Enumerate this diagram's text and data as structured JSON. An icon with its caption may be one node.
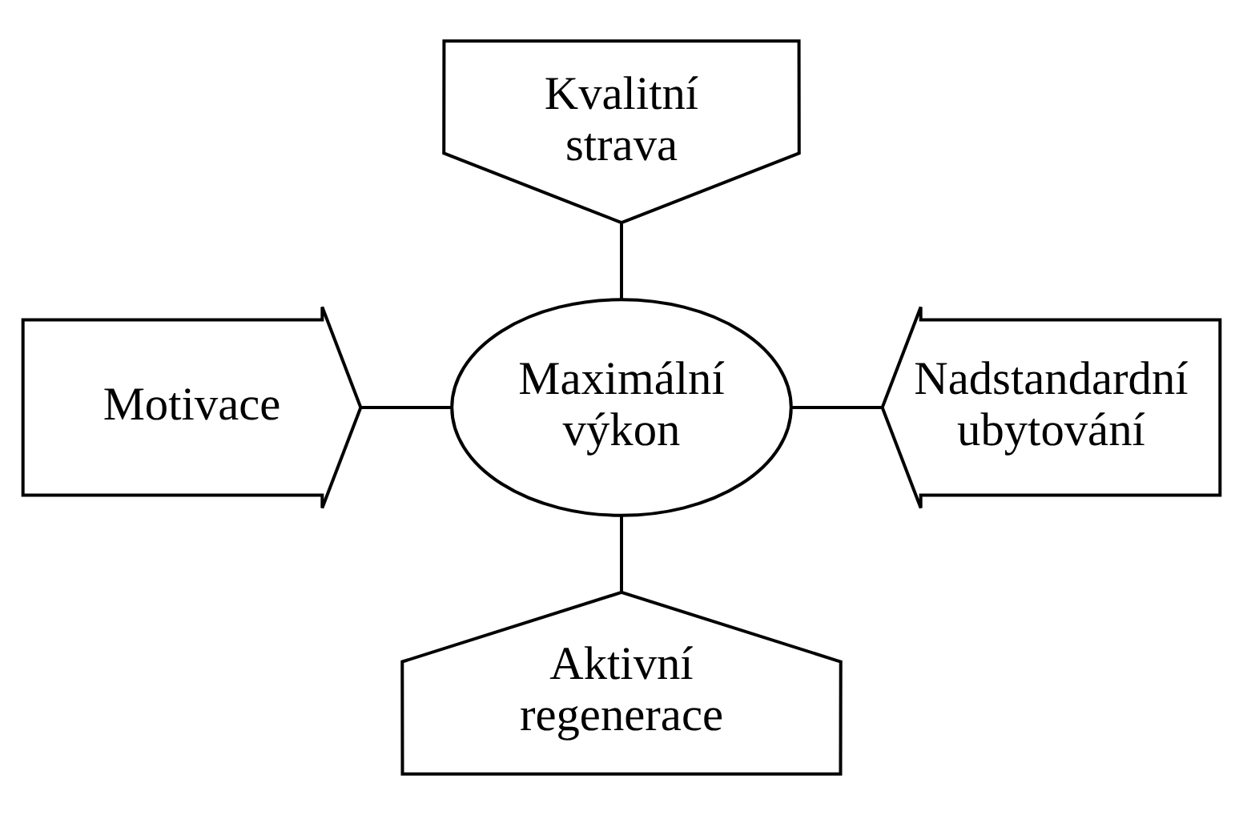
{
  "diagram": {
    "nodes": [
      {
        "text": [
          "Kvalitní strava"
        ]
      },
      {
        "text": [
          "Motivace"
        ]
      },
      {
        "text": [
          "Maximální výkon"
        ]
      },
      {
        "text": [
          "Nadstandardní ubytování"
        ]
      },
      {
        "text": [
          "Aktivní regenerace"
        ]
      }
    ],
    "edges": [
      {
        "from": 0,
        "to": 2,
        "arrow": "none"
      },
      {
        "from": 1,
        "to": 2,
        "arrow": "none"
      },
      {
        "from": 2,
        "to": 3,
        "arrow": "none"
      },
      {
        "from": 2,
        "to": 4,
        "arrow": "none"
      }
    ]
  }
}
